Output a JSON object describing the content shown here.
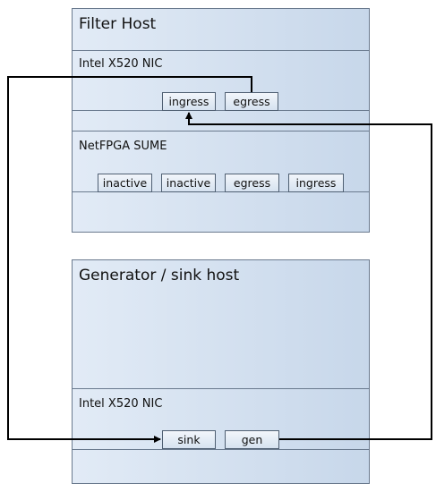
{
  "filter_host": {
    "title": "Filter Host",
    "nic": {
      "label": "Intel X520 NIC",
      "ports": [
        "ingress",
        "egress"
      ]
    },
    "fpga": {
      "label": "NetFPGA SUME",
      "ports": [
        "inactive",
        "inactive",
        "egress",
        "ingress"
      ]
    }
  },
  "generator_host": {
    "title": "Generator / sink host",
    "nic": {
      "label": "Intel X520 NIC",
      "ports": [
        "sink",
        "gen"
      ]
    }
  },
  "colors": {
    "box_light": "#e2ebf6",
    "box_dark": "#c7d7ea",
    "border": "#6a7a8e",
    "line": "#000000"
  }
}
